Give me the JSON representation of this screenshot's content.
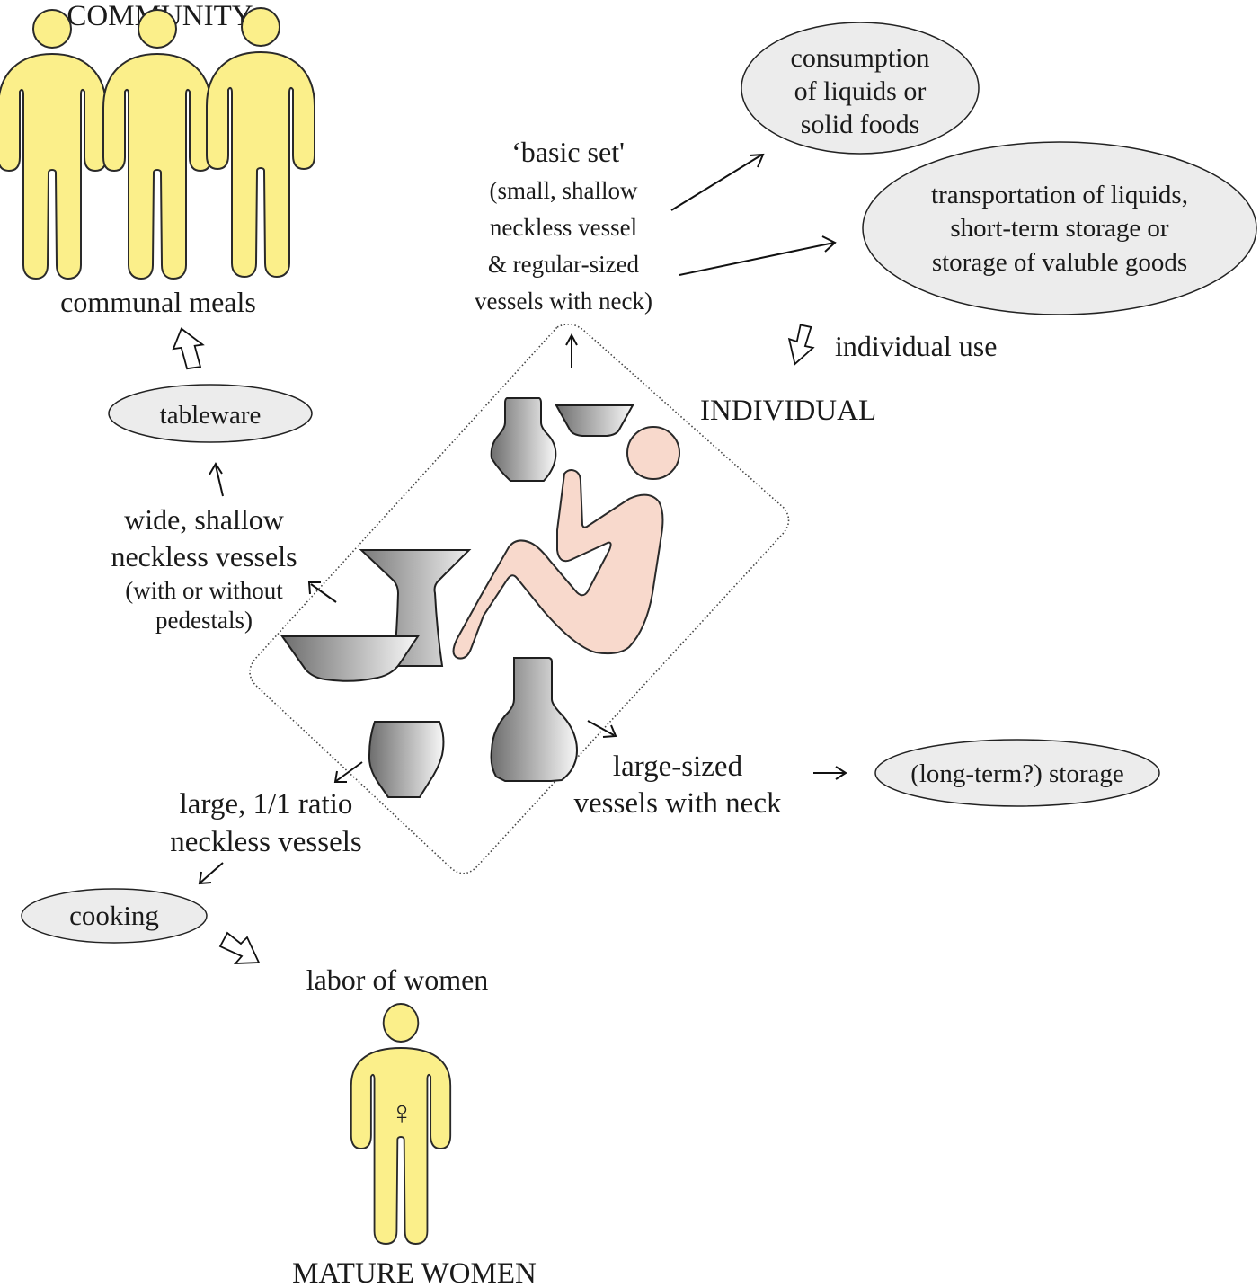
{
  "diagram": {
    "community": {
      "title": "COMMUNITY",
      "caption": "communal meals",
      "figure_count": 3
    },
    "tableware": {
      "label": "tableware",
      "source_lines": [
        "wide, shallow",
        "neckless vessels",
        "(with or without",
        "pedestals)"
      ]
    },
    "basic_set": {
      "lines": [
        "‘basic set'",
        "(small, shallow",
        "neckless vessel",
        "& regular-sized",
        "vessels with neck)"
      ]
    },
    "consumption": {
      "lines": [
        "consumption",
        "of liquids or",
        "solid foods"
      ]
    },
    "transportation": {
      "lines": [
        "transportation of liquids,",
        "short-term storage or",
        "storage of valuble goods"
      ]
    },
    "individual_use": "individual use",
    "individual": "INDIVIDUAL",
    "large_neck": {
      "lines": [
        "large-sized",
        "vessels with neck"
      ]
    },
    "storage": "(long-term?) storage",
    "cooking": {
      "source_lines": [
        "large, 1/1 ratio",
        "neckless vessels"
      ],
      "label": "cooking"
    },
    "labor": "labor of women",
    "mature_women": {
      "title": "MATURE WOMEN",
      "symbol": "♀"
    },
    "colors": {
      "person_yellow": "#fbef8a",
      "individual_pink": "#f8d9cc",
      "ellipse_fill": "#ececec",
      "vessel_dark": "#6e6e6e",
      "vessel_light": "#f7f7f7"
    }
  }
}
